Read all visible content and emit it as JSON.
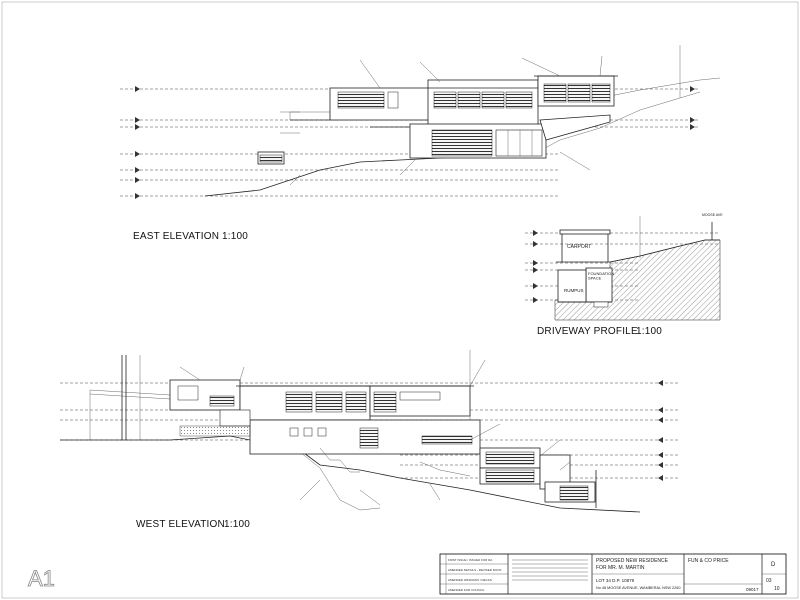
{
  "drawing": {
    "east_elevation": {
      "title": "EAST ELEVATION",
      "scale": "1:100"
    },
    "driveway_profile": {
      "title": "DRIVEWAY PROFILE",
      "scale": "1:100",
      "labels": {
        "carport": "CARPORT",
        "foundation_space": "FOUNDATION\nSPACE",
        "rumpus": "RUMPUS",
        "street": "MOOSE AVE"
      }
    },
    "west_elevation": {
      "title": "WEST ELEVATION",
      "scale": "1:100"
    },
    "title_block": {
      "project": "PROPOSED NEW RESIDENCE",
      "client": "FOR MR. M. MARTIN",
      "lot": "LOT 34 D.P. 10879",
      "address": "No 48 MOOSE AVENUE, WAMBERAL NSW 2260",
      "firm": "FUN & CO PRICE",
      "job_number": "09017",
      "sheet": "03",
      "of": "10",
      "revision": "D",
      "sheet_size": "A1"
    },
    "revisions": [
      "FIRST ISSUE / ISSUED FOR DA",
      "AMENDED DETAILS - REVISED ROOF",
      "AMENDED WINDOWS / DECKS",
      "AMENDED FOR COUNCIL"
    ],
    "colors": {
      "ink": "#222222",
      "paper": "#ffffff"
    }
  }
}
